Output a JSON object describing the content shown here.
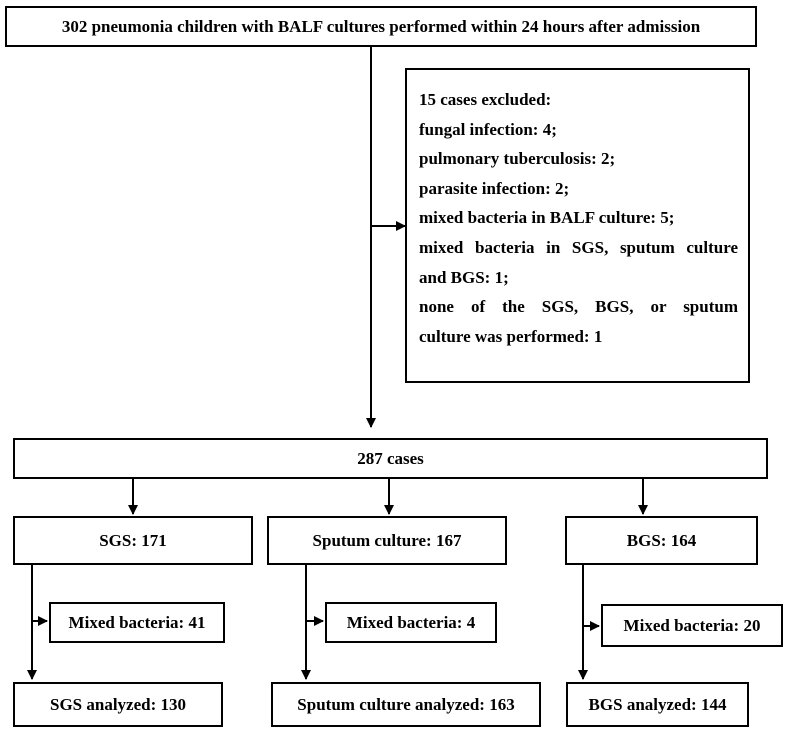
{
  "flowchart": {
    "top": "302 pneumonia children with BALF cultures performed within 24 hours after admission",
    "excluded": {
      "title": "15 cases excluded:",
      "reasons": [
        "fungal infection: 4;",
        "pulmonary tuberculosis: 2;",
        "parasite infection: 2;",
        "mixed bacteria in BALF culture: 5;",
        "mixed bacteria in SGS, sputum culture",
        "and BGS: 1;",
        "none of the SGS, BGS, or sputum",
        "culture was performed: 1"
      ]
    },
    "included": "287 cases",
    "groups": [
      {
        "name": "SGS: 171",
        "mixed": "Mixed bacteria: 41",
        "analyzed": "SGS analyzed: 130"
      },
      {
        "name": "Sputum culture: 167",
        "mixed": "Mixed bacteria: 4",
        "analyzed": "Sputum culture analyzed: 163"
      },
      {
        "name": "BGS: 164",
        "mixed": "Mixed bacteria: 20",
        "analyzed": "BGS analyzed: 144"
      }
    ]
  }
}
